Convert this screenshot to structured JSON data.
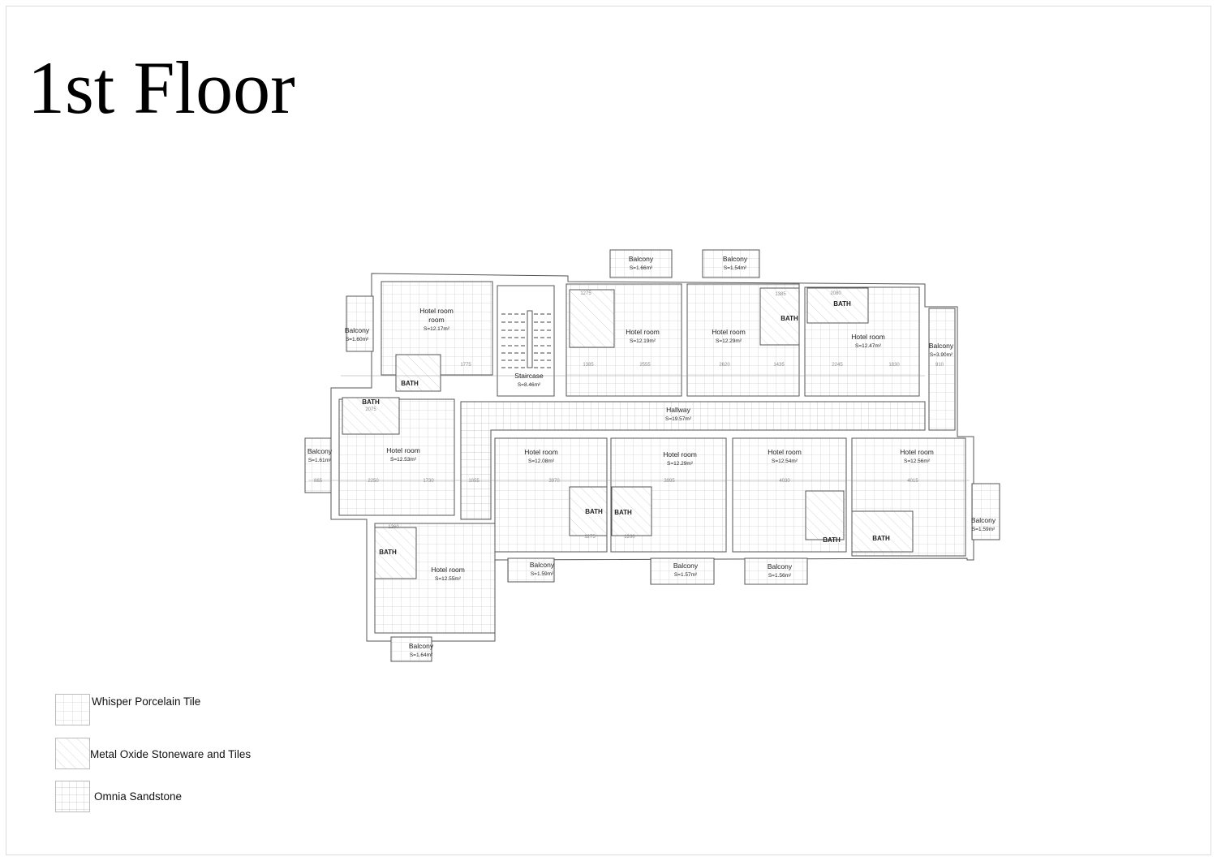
{
  "title": "1st Floor",
  "rooms": [
    {
      "name": "Hotel room",
      "area": "S=12.17m²"
    },
    {
      "name": "Hotel room",
      "area": "S=12.19m²"
    },
    {
      "name": "Hotel room",
      "area": "S=12.29m²"
    },
    {
      "name": "Hotel room",
      "area": "S=12.47m²"
    },
    {
      "name": "Hotel room",
      "area": "S=12.53m²"
    },
    {
      "name": "Hotel room",
      "area": "S=12.08m²"
    },
    {
      "name": "Hotel room",
      "area": "S=12.29m²"
    },
    {
      "name": "Hotel room",
      "area": "S=12.54m²"
    },
    {
      "name": "Hotel room",
      "area": "S=12.56m²"
    },
    {
      "name": "Hotel room",
      "area": "S=12.55m²"
    }
  ],
  "staircase": {
    "name": "Staircase",
    "area": "S=8.46m²"
  },
  "hallway": {
    "name": "Hallway",
    "area": "S=19.57m²"
  },
  "balconies": [
    {
      "name": "Balcony",
      "area": "S=1.60m²"
    },
    {
      "name": "Balcony",
      "area": "S=1.66m²"
    },
    {
      "name": "Balcony",
      "area": "S=1.54m²"
    },
    {
      "name": "Balcony",
      "area": "S=3.90m²"
    },
    {
      "name": "Balcony",
      "area": "S=1.61m²"
    },
    {
      "name": "Balcony",
      "area": "S=1.59m²"
    },
    {
      "name": "Balcony",
      "area": "S=1.57m²"
    },
    {
      "name": "Balcony",
      "area": "S=1.56m²"
    },
    {
      "name": "Balcony",
      "area": "S=1.59m²"
    },
    {
      "name": "Balcony",
      "area": "S=1.64m²"
    }
  ],
  "bath_label": "BATH",
  "dimensions": [
    "1775",
    "2555",
    "1385",
    "1275",
    "2620",
    "1435",
    "2245",
    "1830",
    "910",
    "2250",
    "1730",
    "1055",
    "865",
    "3970",
    "3995",
    "4030",
    "4015",
    "1260",
    "2075",
    "2080",
    "1385",
    "1275",
    "1260"
  ],
  "legend": [
    {
      "label": "Whisper Porcelain Tile"
    },
    {
      "label": "Metal Oxide Stoneware and Tiles"
    },
    {
      "label": "Omnia Sandstone"
    }
  ]
}
